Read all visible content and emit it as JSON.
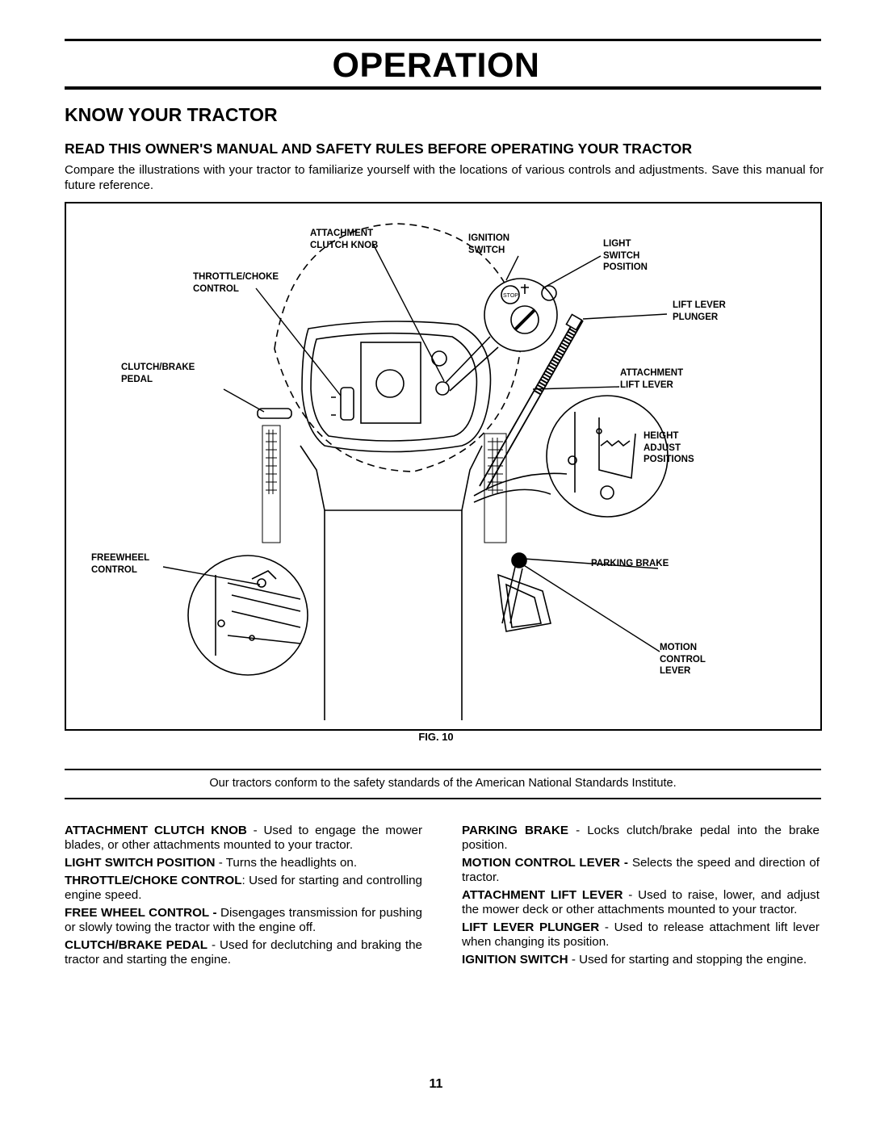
{
  "header": {
    "title": "OPERATION"
  },
  "section": {
    "title": "KNOW YOUR TRACTOR",
    "subtitle": "READ THIS OWNER'S MANUAL AND SAFETY RULES BEFORE OPERATING YOUR TRACTOR",
    "intro": "Compare the illustrations with your tractor to familiarize yourself with the locations of various controls and adjustments. Save this manual for future reference."
  },
  "figure": {
    "caption": "FIG. 10",
    "labels": {
      "attachment_clutch_knob": "ATTACHMENT\nCLUTCH KNOB",
      "ignition_switch": "IGNITION\nSWITCH",
      "light_switch_position": "LIGHT\nSWITCH\nPOSITION",
      "throttle_choke_control": "THROTTLE/CHOKE\nCONTROL",
      "lift_lever_plunger": "LIFT LEVER\nPLUNGER",
      "clutch_brake_pedal": "CLUTCH/BRAKE\nPEDAL",
      "attachment_lift_lever": "ATTACHMENT\nLIFT LEVER",
      "height_adjust_positions": "HEIGHT\nADJUST\nPOSITIONS",
      "freewheel_control": "FREEWHEEL\nCONTROL",
      "parking_brake": "PARKING BRAKE",
      "motion_control_lever": "MOTION\nCONTROL\nLEVER",
      "stop_sign": "STOP"
    }
  },
  "notice": "Our tractors conform to the safety standards of the American National Standards Institute.",
  "descriptions_left": [
    {
      "term": "ATTACHMENT CLUTCH KNOB",
      "text": " -  Used to engage the mower blades, or other attachments mounted to your tractor."
    },
    {
      "term": "LIGHT SWITCH POSITION",
      "text": " - Turns the headlights on."
    },
    {
      "term": "THROTTLE/CHOKE CONTROL",
      "text": ":  Used for starting and controlling engine speed."
    },
    {
      "term": "FREE WHEEL CONTROL -",
      "text": " Disengages transmission for pushing or slowly towing the tractor with the engine off."
    },
    {
      "term": "CLUTCH/BRAKE PEDAL",
      "text": " -  Used for declutching and braking the tractor and starting the engine."
    }
  ],
  "descriptions_right": [
    {
      "term": "PARKING BRAKE",
      "text": " - Locks clutch/brake pedal into the brake position."
    },
    {
      "term": "MOTION CONTROL LEVER -",
      "text": "  Selects the speed and direction of tractor."
    },
    {
      "term": "ATTACHMENT LIFT LEVER",
      "text": " - Used to raise, lower, and adjust the mower deck or other attachments mounted to your tractor."
    },
    {
      "term": "LIFT LEVER PLUNGER",
      "text": " - Used to release attachment lift lever when changing its position."
    },
    {
      "term": "IGNITION SWITCH",
      "text": " -  Used for starting and stopping the engine."
    }
  ],
  "footer": {
    "page_number": "11"
  }
}
